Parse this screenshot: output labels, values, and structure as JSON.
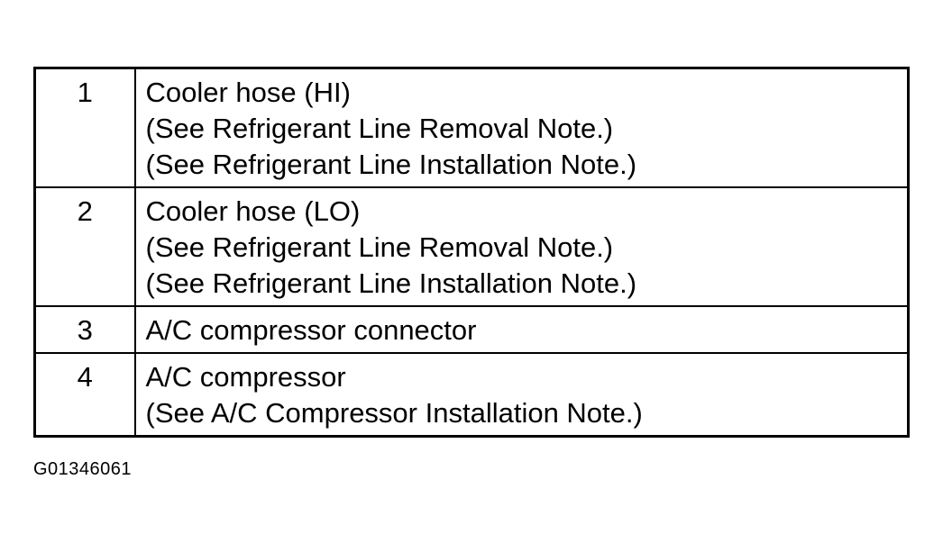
{
  "table": {
    "rows": [
      {
        "number": "1",
        "lines": [
          "Cooler hose (HI)",
          "(See Refrigerant Line Removal Note.)",
          "(See Refrigerant Line Installation Note.)"
        ]
      },
      {
        "number": "2",
        "lines": [
          "Cooler hose (LO)",
          "(See Refrigerant Line Removal Note.)",
          "(See Refrigerant Line Installation Note.)"
        ]
      },
      {
        "number": "3",
        "lines": [
          "A/C compressor connector"
        ]
      },
      {
        "number": "4",
        "lines": [
          "A/C compressor",
          "(See A/C Compressor Installation Note.)"
        ]
      }
    ]
  },
  "figure_id": "G01346061"
}
